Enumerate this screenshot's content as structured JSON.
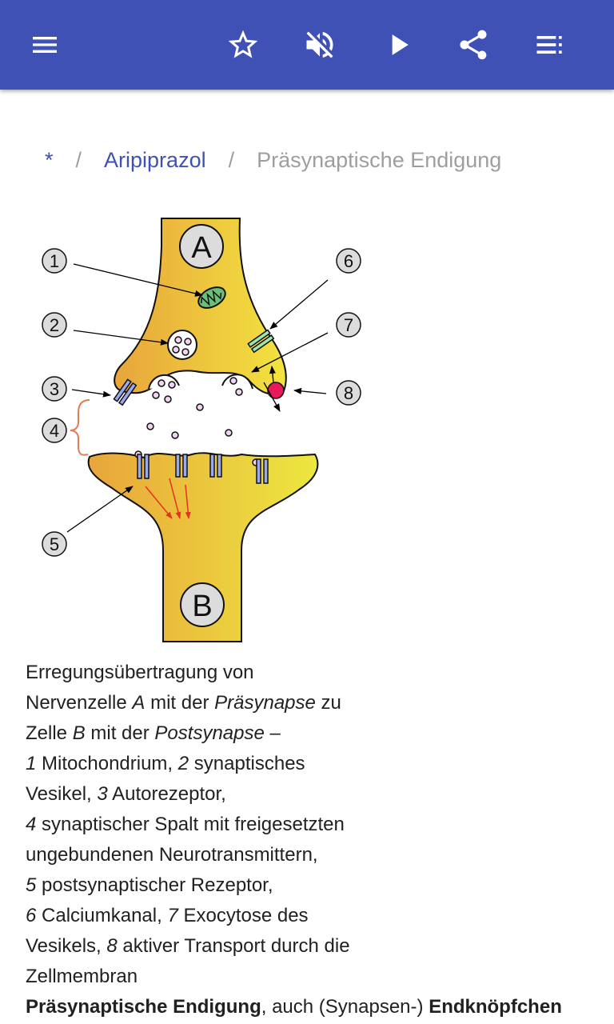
{
  "toolbar": {
    "icons": [
      "menu-icon",
      "star-outline-icon",
      "volume-off-icon",
      "play-icon",
      "share-icon",
      "playlist-icon"
    ],
    "color": "#3f51b5"
  },
  "breadcrumb": {
    "root": "*",
    "separator": "/",
    "parent": "Aripiprazol",
    "current": "Präsynaptische Endigung"
  },
  "figure": {
    "cell_a": "A",
    "cell_b": "B",
    "markers": [
      "1",
      "2",
      "3",
      "4",
      "5",
      "6",
      "7",
      "8"
    ]
  },
  "caption": {
    "l1": "Erregungsübertragung von",
    "l2_a": "Nervenzelle",
    "l2_b": "A",
    "l2_c": "mit der",
    "l2_d": "Präsynapse",
    "l2_e": "zu",
    "l3_a": "Zelle",
    "l3_b": "B",
    "l3_c": "mit der",
    "l3_d": "Postsynapse",
    "l3_e": "–",
    "l4_a": "1",
    "l4_b": "Mitochondrium,",
    "l4_c": "2",
    "l4_d": "synaptisches",
    "l5_a": "Vesikel,",
    "l5_b": "3",
    "l5_c": "Autorezeptor,",
    "l6_a": "4",
    "l6_b": "synaptischer Spalt mit freigesetzten",
    "l7": "ungebundenen Neurotransmittern,",
    "l8_a": "5",
    "l8_b": "postsynaptischer Rezeptor,",
    "l9_a": "6",
    "l9_b": "Calciumkanal,",
    "l9_c": "7",
    "l9_d": "Exocytose des",
    "l10_a": "Vesikels,",
    "l10_b": "8",
    "l10_c": "aktiver Transport durch die",
    "l11": "Zellmembran"
  },
  "article": {
    "term": "Präsynaptische Endigung",
    "mid": ", auch (Synapsen-)",
    "term2": "Endknöpfchen"
  }
}
